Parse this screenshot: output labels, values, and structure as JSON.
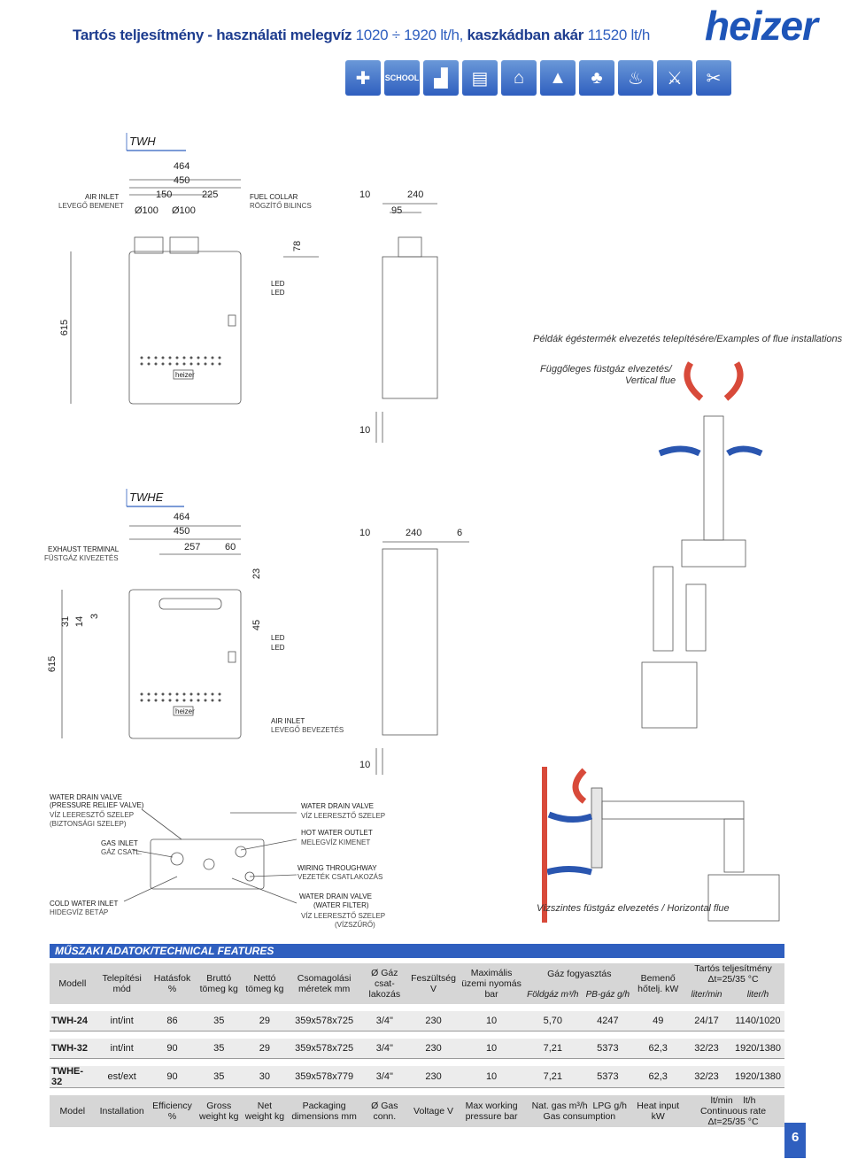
{
  "header": {
    "title_a": "Tartós teljesítmény - használati melegvíz",
    "title_b": "1020 ÷ 1920 lt/h,",
    "title_c": "kaszkádban akár",
    "title_d": "11520 lt/h",
    "brand": "heizer",
    "icons": [
      "medical-cross-icon",
      "school-icon",
      "factory-icon",
      "office-icon",
      "building-icon",
      "tent-icon",
      "fitness-icon",
      "shower-icon",
      "restaurant-icon",
      "hairdresser-icon"
    ],
    "school_label": "SCHOOL"
  },
  "twh": {
    "label": "TWH",
    "dims": {
      "w464": "464",
      "w450": "450",
      "w150": "150",
      "w225": "225",
      "d100a": "Ø100",
      "d100b": "Ø100",
      "h78": "78",
      "h615": "615",
      "s10": "10",
      "s240": "240",
      "s95": "95",
      "b10": "10"
    },
    "air_inlet": "AIR INLET",
    "air_inlet_hu": "LEVEGŐ BEMENET",
    "fuel_collar": "FUEL COLLAR",
    "fuel_collar_hu": "RÖGZÍTŐ BILINCS",
    "led1": "LED",
    "led2": "LED",
    "brand_plate": "heizer"
  },
  "twhe": {
    "label": "TWHE",
    "dims": {
      "w464": "464",
      "w450": "450",
      "w257": "257",
      "w60": "60",
      "h23": "23",
      "h31": "31",
      "h14": "14",
      "h3": "3",
      "h45": "45",
      "h615": "615",
      "s10": "10",
      "s240": "240",
      "s6": "6",
      "b10": "10"
    },
    "exhaust": "EXHAUST TERMINAL",
    "exhaust_hu": "FÜSTGÁZ KIVEZETÉS",
    "led1": "LED",
    "led2": "LED",
    "air_inlet": "AIR   INLET",
    "air_inlet_hu": "LEVEGŐ BEVEZETÉS",
    "brand_plate": "heizer"
  },
  "connections": {
    "wdv_prv": "WATER DRAIN VALVE",
    "wdv_prv2": "(PRESSURE RELIEF VALVE)",
    "wdv_prv_hu": "VÍZ LEERESZTŐ SZELEP",
    "wdv_prv_hu2": "(BIZTONSÁGI SZELEP)",
    "gas": "GAS INLET",
    "gas_hu": "GÁZ CSATL.",
    "cold": "COLD WATER INLET",
    "cold_hu": "HIDEGVÍZ BETÁP",
    "wdv": "WATER DRAIN VALVE",
    "wdv_hu": "VÍZ LEERESZTŐ SZELEP",
    "hot": "HOT WATER OUTLET",
    "hot_hu": "MELEGVÍZ KIMENET",
    "wiring": "WIRING THROUGHWAY",
    "wiring_hu": "VEZETÉK CSATLAKOZÁS",
    "wdvf": "WATER DRAIN VALVE",
    "wdvf2": "(WATER FILTER)",
    "wdvf_hu": "VÍZ LEERESZTŐ SZELEP",
    "wdvf_hu2": "(VÍZSZŰRŐ)"
  },
  "examples": {
    "title_hu": "Példák égéstermék elvezetés telepítésére/",
    "title_en": "Examples of flue installations",
    "vertical_hu": "Függőleges füstgáz elvezetés/",
    "vertical_en": "Vertical flue",
    "horizontal_hu": "Vízszintes füstgáz elvezetés /",
    "horizontal_en": "Horizontal flue"
  },
  "specs": {
    "section_title": "MŰSZAKI ADATOK/TECHNICAL FEATURES",
    "hu_headers": {
      "model": "Modell",
      "install": "Telepítési mód",
      "eff": "Hatásfok %",
      "gross": "Bruttó tömeg kg",
      "net": "Nettó tömeg kg",
      "pack": "Csomagolási méretek mm",
      "gas_conn": "Ø Gáz csat-lakozás",
      "volt": "Feszültség V",
      "press": "Maximális üzemi nyomás bar",
      "gas_cons": "Gáz fogyasztás",
      "heat": "Bemenő hőtelj. kW",
      "cont": "Tartós teljesítmény Δt=25/35 °C",
      "ng": "Földgáz m³/h",
      "lpg": "PB-gáz  g/h",
      "lmin": "liter/min",
      "lh": "liter/h"
    },
    "rows": [
      [
        "TWH-24",
        "int/int",
        "86",
        "35",
        "29",
        "359x578x725",
        "3/4\"",
        "230",
        "10",
        "5,70",
        "4247",
        "49",
        "24/17",
        "1140/1020"
      ],
      [
        "TWH-32",
        "int/int",
        "90",
        "35",
        "29",
        "359x578x725",
        "3/4\"",
        "230",
        "10",
        "7,21",
        "5373",
        "62,3",
        "32/23",
        "1920/1380"
      ],
      [
        "TWHE-32",
        "est/ext",
        "90",
        "35",
        "30",
        "359x578x779",
        "3/4\"",
        "230",
        "10",
        "7,21",
        "5373",
        "62,3",
        "32/23",
        "1920/1380"
      ]
    ],
    "en_headers": {
      "model": "Model",
      "install": "Installation",
      "eff": "Efficiency %",
      "gross": "Gross weight kg",
      "net": "Net weight kg",
      "pack": "Packaging dimensions mm",
      "gas_conn": "Ø Gas conn.",
      "volt": "Voltage V",
      "press": "Max working pressure bar",
      "ng": "Nat. gas m³/h",
      "lpg": "LPG g/h",
      "gas_cons": "Gas consumption",
      "heat": "Heat input kW",
      "lmin": "lt/min",
      "lh": "lt/h",
      "cont": "Continuous rate Δt=25/35 °C"
    }
  },
  "page_number": "6",
  "colors": {
    "accent": "#2f5fbf",
    "brand": "#1e55b8",
    "title": "#1e3d8f",
    "table_header": "#d6d6d6",
    "arrow_red": "#d84a3a",
    "arrow_blue": "#2a56b0"
  }
}
